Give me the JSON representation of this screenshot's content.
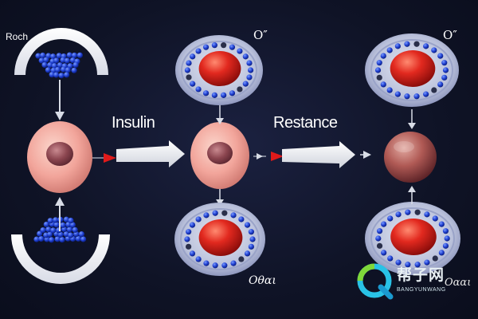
{
  "labels": {
    "top_left": "Roch",
    "insulin": "Insulin",
    "restance": "Restance",
    "o_mid": "O″",
    "o_right": "O″",
    "other_mid": "Oθαι",
    "other_right": "Oααι"
  },
  "watermark": {
    "title": "帮子网",
    "subtitle": "BANGYUNWANG",
    "logo_icon": "q-logo-icon"
  },
  "colors": {
    "background": "#0f1326",
    "cell_pink": "#f2a59b",
    "nucleus": "#8c4650",
    "vesicle_red": "#d92a22",
    "granule_blue": "#1f3fd0",
    "pointer_red": "#e01a1a"
  }
}
